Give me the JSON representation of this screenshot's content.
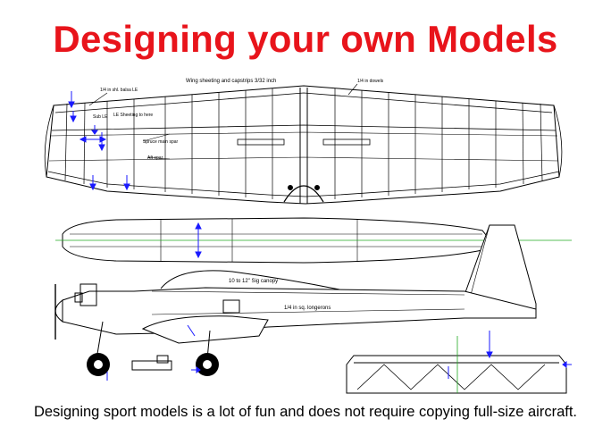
{
  "title": "Designing your own Models",
  "caption": "Designing sport models is a lot of fun and does not require copying full-size aircraft.",
  "wing": {
    "label_sheeting": "Wing sheeting and capstrips 3/32 inch",
    "label_dowels": "1/4 in dowels",
    "label_le": "1/4 in shl. balsa LE",
    "label_sub_le": "Sub LE",
    "label_le_sheeting": "LE Sheeting to here",
    "label_spruce": "Spruce main spar",
    "label_aft_spar": "Aft spar"
  },
  "fuselage": {
    "label_canopy": "10 to 12\" Sig canopy",
    "label_longerons": "1/4 in sq. longerons"
  }
}
